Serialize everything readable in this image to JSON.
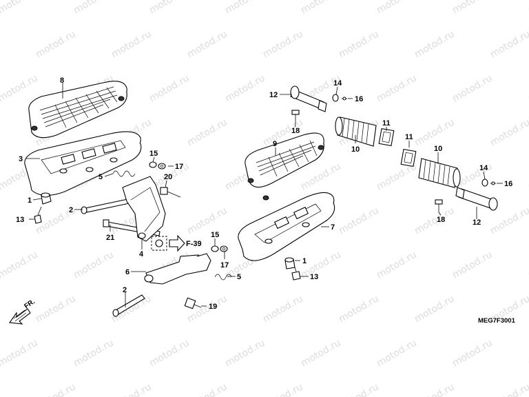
{
  "diagram_code": "MEG7F3001",
  "watermark_text": "motod.ru",
  "direction_label": "FR.",
  "reference_label": "F-39",
  "callouts": {
    "c8": "8",
    "c3": "3",
    "c1a": "1",
    "c13a": "13",
    "c2a": "2",
    "c21": "21",
    "c5a": "5",
    "c15a": "15",
    "c17a": "17",
    "c20": "20",
    "c4": "4",
    "c6": "6",
    "c2b": "2",
    "c19": "19",
    "c15b": "15",
    "c17b": "17",
    "c5b": "5",
    "c9": "9",
    "c7": "7",
    "c1b": "1",
    "c13b": "13",
    "c12a": "12",
    "c14a": "14",
    "c16a": "16",
    "c18a": "18",
    "c10a": "10",
    "c11a": "11",
    "c11b": "11",
    "c10b": "10",
    "c14b": "14",
    "c16b": "16",
    "c18b": "18",
    "c12b": "12"
  }
}
